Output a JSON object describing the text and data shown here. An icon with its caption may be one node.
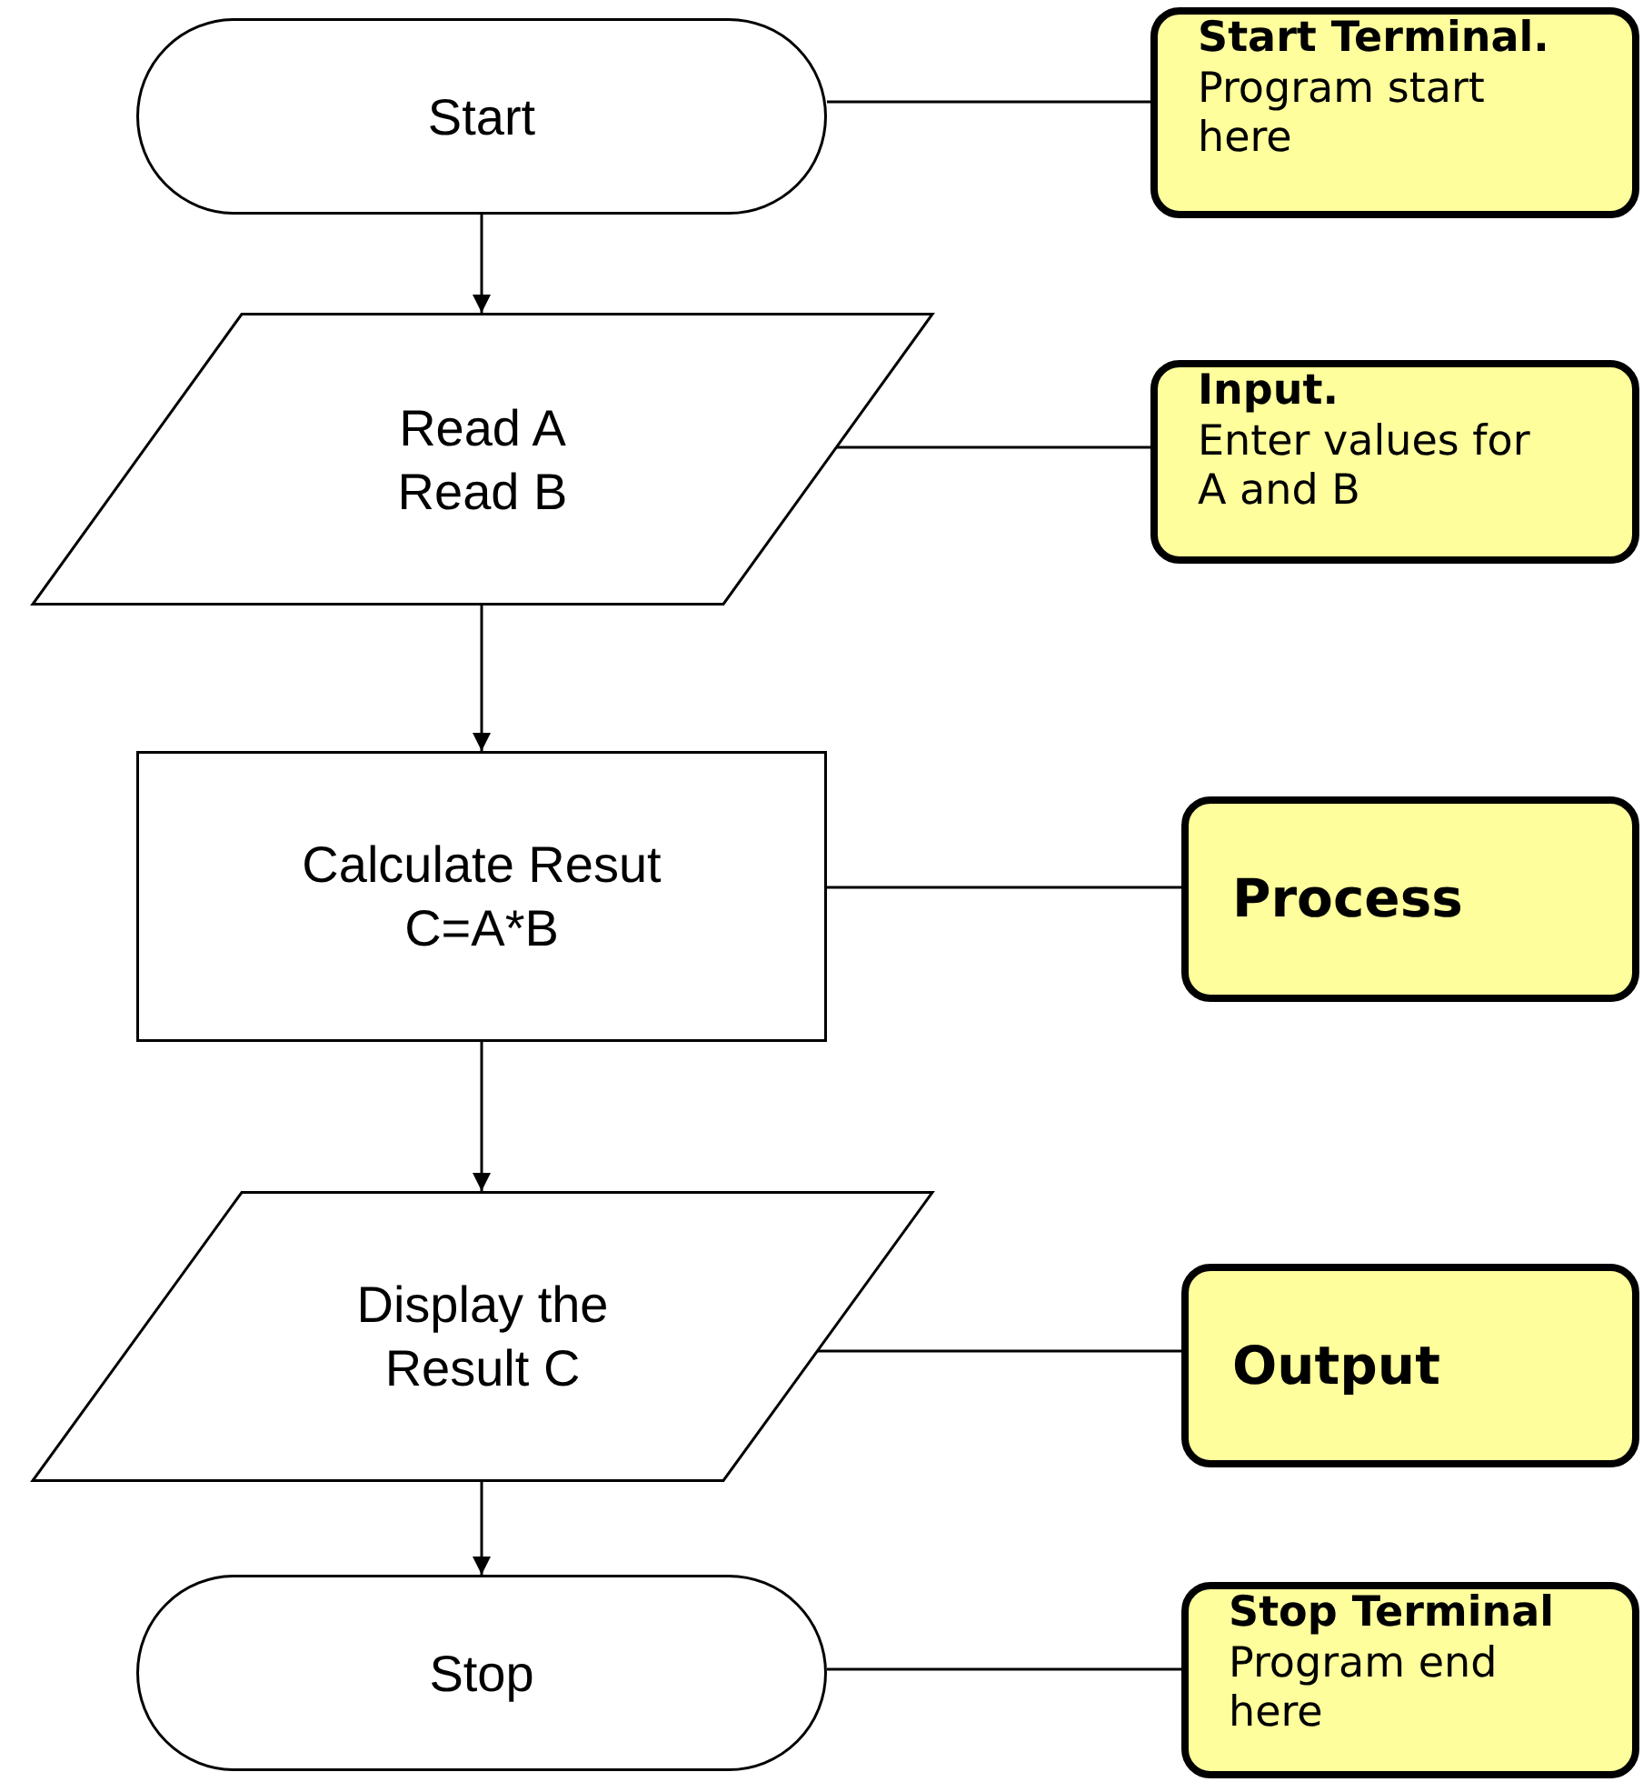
{
  "diagram": {
    "nodes": [
      {
        "text": [
          "Start"
        ]
      },
      {
        "text": [
          "Start Terminal.",
          "Program start here"
        ]
      },
      {
        "text": [
          "Read A Read B"
        ]
      },
      {
        "text": [
          "Input.",
          "Enter values for A and B"
        ]
      },
      {
        "text": [
          "Calculate Resut C=A*B"
        ]
      },
      {
        "text": [
          "Process"
        ]
      },
      {
        "text": [
          "Display the Result C"
        ]
      },
      {
        "text": [
          "Output"
        ]
      },
      {
        "text": [
          "Stop"
        ]
      },
      {
        "text": [
          "Stop Terminal",
          "Program end here"
        ]
      }
    ],
    "edges": [
      {
        "from": 0,
        "to": 2,
        "arrow": "to"
      },
      {
        "from": 2,
        "to": 4,
        "arrow": "to"
      },
      {
        "from": 4,
        "to": 6,
        "arrow": "to"
      },
      {
        "from": 6,
        "to": 8,
        "arrow": "to"
      },
      {
        "from": 0,
        "to": 1,
        "arrow": "none"
      },
      {
        "from": 2,
        "to": 3,
        "arrow": "none"
      },
      {
        "from": 4,
        "to": 5,
        "arrow": "none"
      },
      {
        "from": 6,
        "to": 7,
        "arrow": "none"
      },
      {
        "from": 8,
        "to": 9,
        "arrow": "none"
      }
    ]
  }
}
